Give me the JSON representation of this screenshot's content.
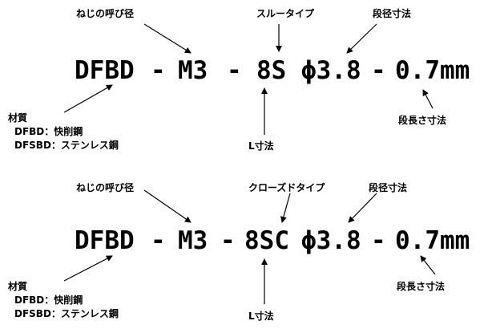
{
  "diagrams": [
    {
      "code": {
        "series": "DFBD",
        "sep1": "-",
        "size": "M3",
        "sep2": "-",
        "type": "8S",
        "diameter": "ϕ3.8",
        "sep3": "-",
        "length": "0.7mm"
      },
      "labels": {
        "thread": "ねじの呼び径",
        "type": "スルータイプ",
        "step_diameter": "段径寸法",
        "step_length": "段長さ寸法",
        "l_dim": "L寸法",
        "material_title": "材質",
        "material_1": "DFBD：快削鋼",
        "material_2": "DFSBD：ステンレス鋼"
      }
    },
    {
      "code": {
        "series": "DFBD",
        "sep1": "-",
        "size": "M3",
        "sep2": "-",
        "type": "8SC",
        "diameter": "ϕ3.8",
        "sep3": "-",
        "length": "0.7mm"
      },
      "labels": {
        "thread": "ねじの呼び径",
        "type": "クローズドタイプ",
        "step_diameter": "段径寸法",
        "step_length": "段長さ寸法",
        "l_dim": "L寸法",
        "material_title": "材質",
        "material_1": "DFBD：快削鋼",
        "material_2": "DFSBD：ステンレス鋼"
      }
    }
  ]
}
